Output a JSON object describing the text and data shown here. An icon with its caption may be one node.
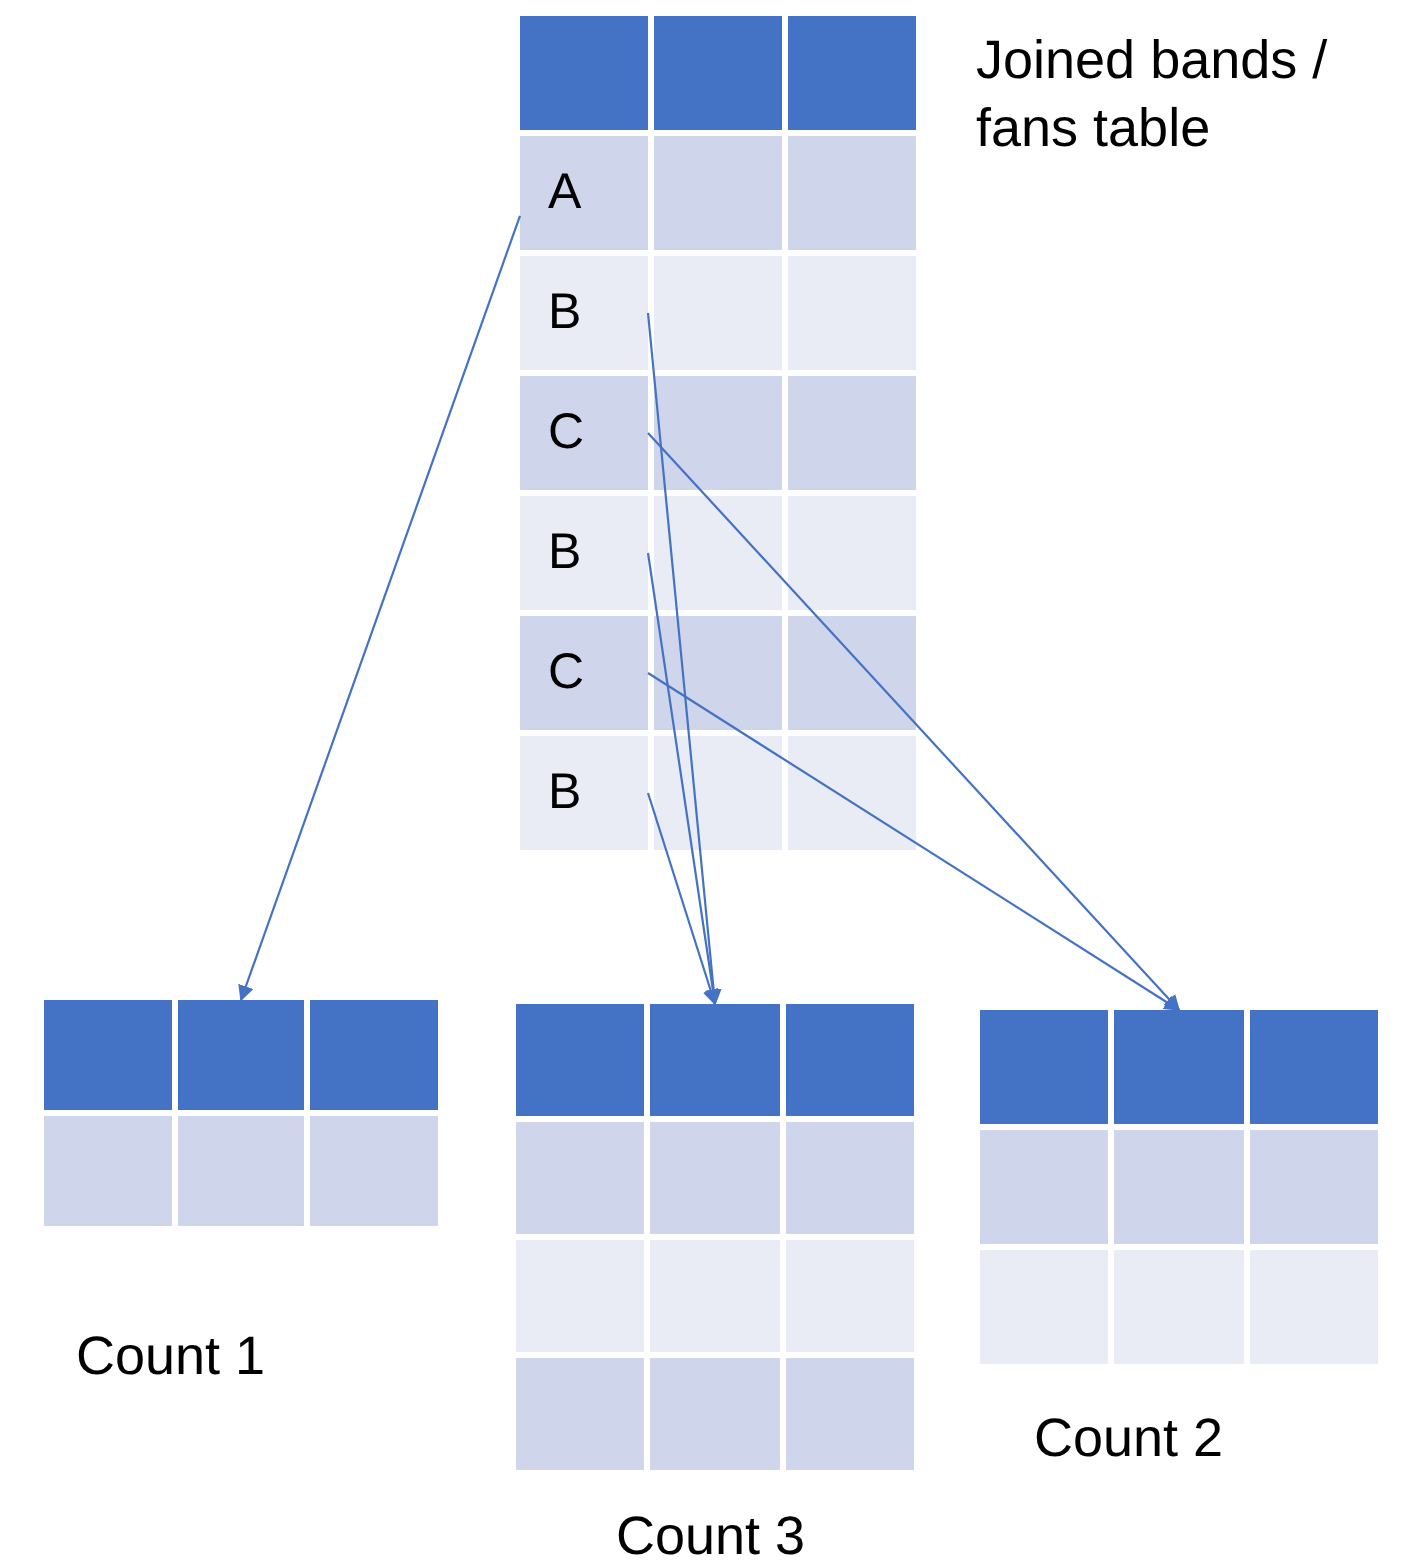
{
  "diagram": {
    "nodes": [
      {
        "text": [],
        "shape": "box",
        "beside": [
          "Joined bands / fans table"
        ]
      },
      {
        "text": [
          "A"
        ],
        "in": 0
      },
      {
        "text": [
          "B"
        ],
        "in": 0
      },
      {
        "text": [
          "C"
        ],
        "in": 0
      },
      {
        "text": [
          "B"
        ],
        "in": 0
      },
      {
        "text": [
          "C"
        ],
        "in": 0
      },
      {
        "text": [
          "B"
        ],
        "in": 0
      },
      {
        "text": [],
        "shape": "box",
        "beside": [
          "Count 1"
        ]
      },
      {
        "text": [],
        "shape": "box",
        "beside": [
          "Count 3"
        ]
      },
      {
        "text": [],
        "shape": "box",
        "beside": [
          "Count 2"
        ]
      }
    ],
    "edges": [
      {
        "from": 1,
        "to": 7,
        "arrow": "to"
      },
      {
        "from": 2,
        "to": 8,
        "arrow": "to"
      },
      {
        "from": 3,
        "to": 9,
        "arrow": "to"
      },
      {
        "from": 4,
        "to": 8,
        "arrow": "to"
      },
      {
        "from": 5,
        "to": 9,
        "arrow": "to"
      },
      {
        "from": 6,
        "to": 8,
        "arrow": "to"
      }
    ]
  }
}
